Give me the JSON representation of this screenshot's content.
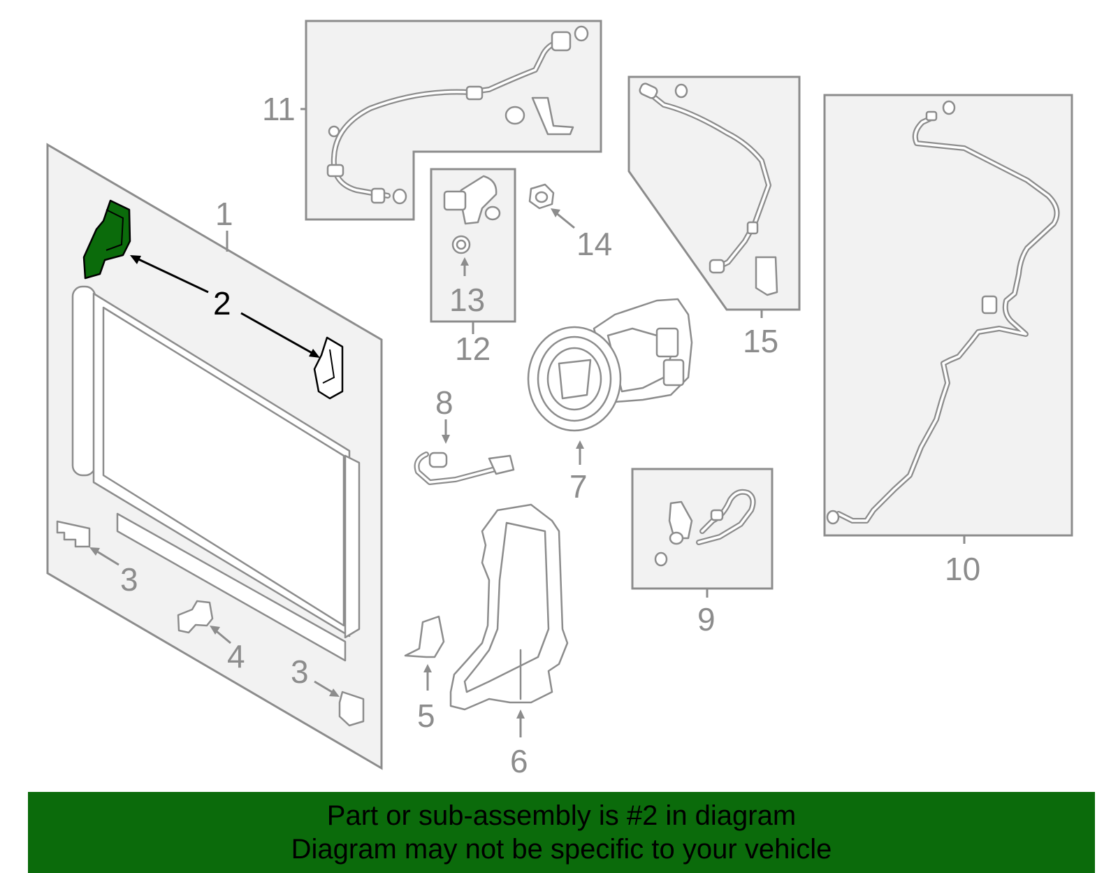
{
  "callouts": {
    "c1": "1",
    "c2": "2",
    "c3a": "3",
    "c3b": "3",
    "c4": "4",
    "c5": "5",
    "c6": "6",
    "c7": "7",
    "c8": "8",
    "c9": "9",
    "c10": "10",
    "c11": "11",
    "c12": "12",
    "c13": "13",
    "c14": "14",
    "c15": "15"
  },
  "highlight_part": "2",
  "colors": {
    "highlight_fill": "#0b6b0b",
    "banner_bg": "#0b6b0b",
    "line_gray": "#8c8c8c",
    "panel_gray": "#f2f2f2"
  },
  "banner": {
    "line1": "Part or sub-assembly is #2 in diagram",
    "line2": "Diagram may not be specific to your vehicle"
  }
}
